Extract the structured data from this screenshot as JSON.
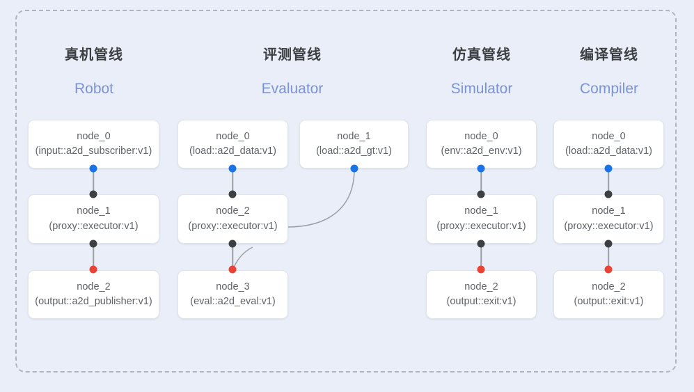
{
  "diagram": {
    "background_color": "#e9eef8",
    "frame_border_color": "#aeb4c4",
    "node_text_color": "#5f6368",
    "title_cn_color": "#3c4043",
    "title_en_color": "#7a93d8",
    "port_colors": {
      "input": "#1a73e8",
      "proxy": "#3c4043",
      "output": "#ea4335"
    },
    "edge_color": "#9aa0a6"
  },
  "columns": [
    {
      "title_cn": "真机管线",
      "title_en": "Robot",
      "nodes": [
        {
          "name": "node_0",
          "spec": "(input::a2d_subscriber:v1)"
        },
        {
          "name": "node_1",
          "spec": "(proxy::executor:v1)"
        },
        {
          "name": "node_2",
          "spec": "(output::a2d_publisher:v1)"
        }
      ]
    },
    {
      "title_cn": "评测管线",
      "title_en": "Evaluator",
      "nodes": [
        {
          "name": "node_0",
          "spec": "(load::a2d_data:v1)"
        },
        {
          "name": "node_1",
          "spec": "(load::a2d_gt:v1)"
        },
        {
          "name": "node_2",
          "spec": "(proxy::executor:v1)"
        },
        {
          "name": "node_3",
          "spec": "(eval::a2d_eval:v1)"
        }
      ]
    },
    {
      "title_cn": "仿真管线",
      "title_en": "Simulator",
      "nodes": [
        {
          "name": "node_0",
          "spec": "(env::a2d_env:v1)"
        },
        {
          "name": "node_1",
          "spec": "(proxy::executor:v1)"
        },
        {
          "name": "node_2",
          "spec": "(output::exit:v1)"
        }
      ]
    },
    {
      "title_cn": "编译管线",
      "title_en": "Compiler",
      "nodes": [
        {
          "name": "node_0",
          "spec": "(load::a2d_data:v1)"
        },
        {
          "name": "node_1",
          "spec": "(proxy::executor:v1)"
        },
        {
          "name": "node_2",
          "spec": "(output::exit:v1)"
        }
      ]
    }
  ]
}
